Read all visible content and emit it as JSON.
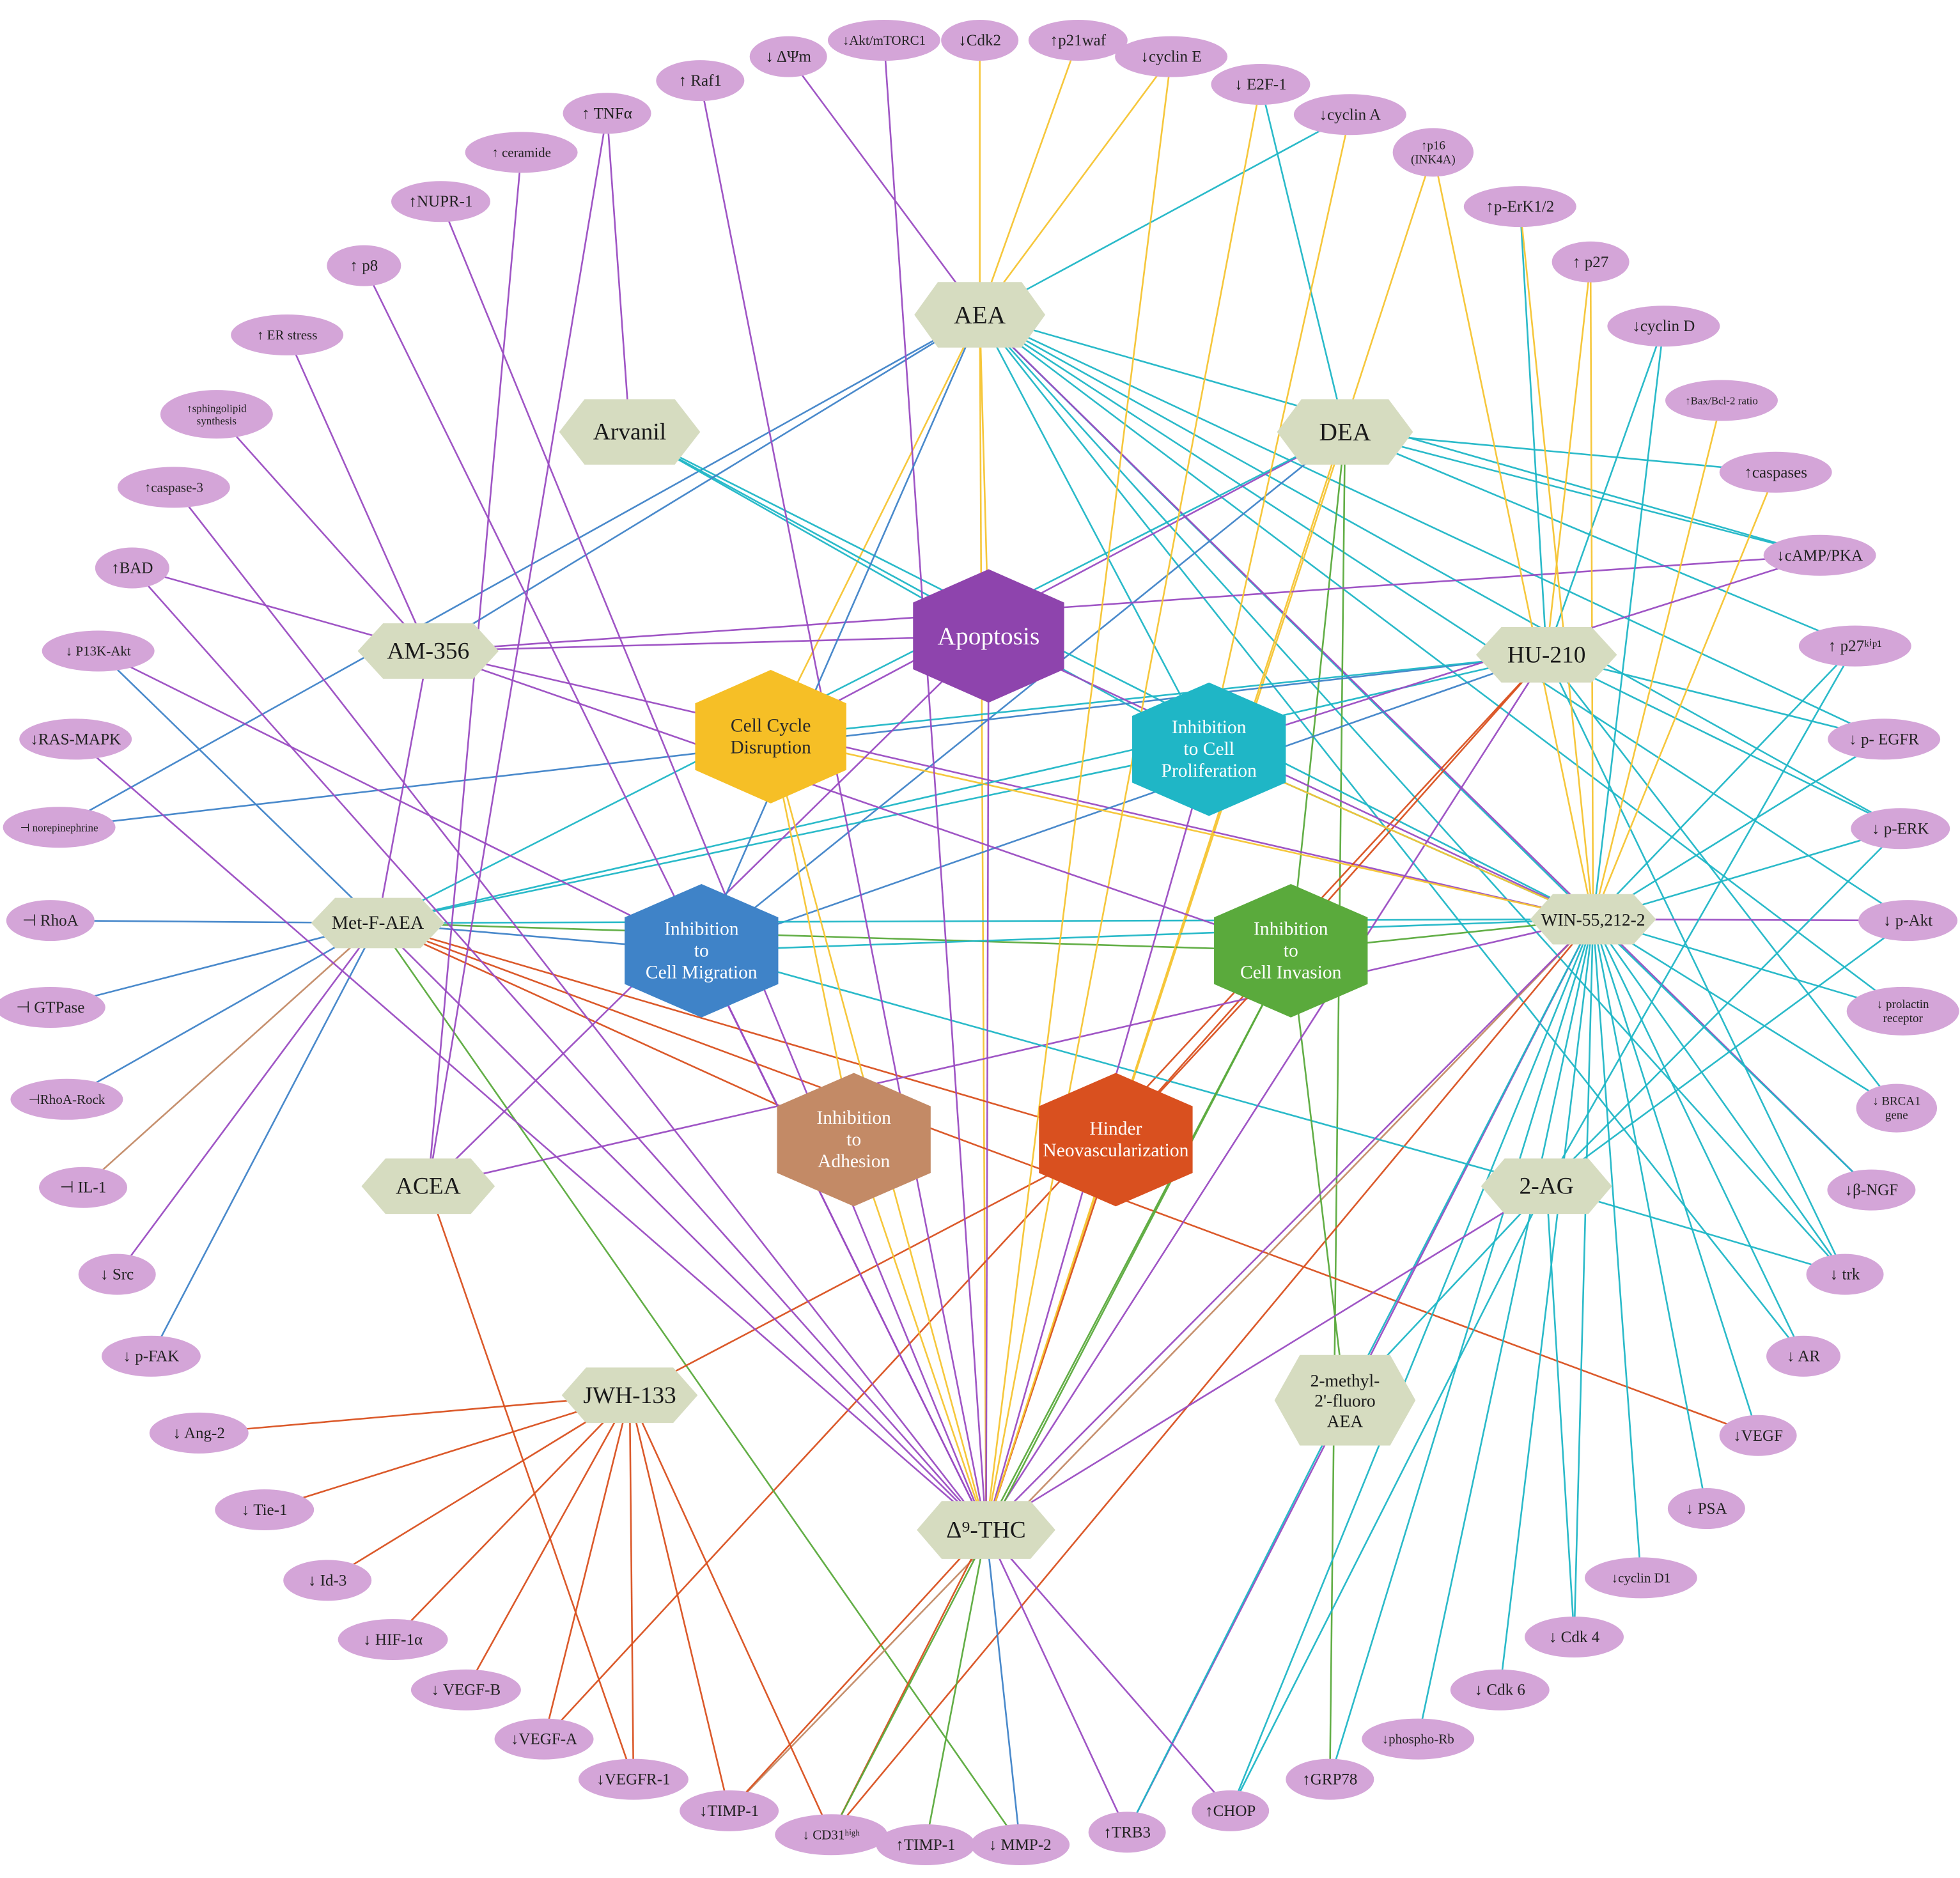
{
  "colors": {
    "node_fill": "#d4a5d8",
    "compound_fill": "#d6dcc0",
    "apoptosis": "#8e44ad",
    "cell_cycle": "#f6bf26",
    "proliferation": "#1fb6c6",
    "migration": "#3f83c8",
    "invasion": "#5aaa3c",
    "adhesion": "#c38a66",
    "neovascularization": "#d9501f",
    "edge_purple": "#9a4cc2",
    "edge_cyan": "#1fb6c6",
    "edge_yellow": "#f6c432",
    "edge_blue": "#3f83c8",
    "edge_green": "#5aaa3c",
    "edge_orange": "#d9501f",
    "edge_tan": "#c38a66"
  },
  "effects": [
    {
      "id": "apoptosis",
      "label": "Apoptosis",
      "color": "#8e44ad"
    },
    {
      "id": "cellcycle",
      "label": "Cell Cycle\nDisruption",
      "color": "#f6bf26"
    },
    {
      "id": "prolif",
      "label": "Inhibition\nto Cell\nProliferation",
      "color": "#1fb6c6"
    },
    {
      "id": "migration",
      "label": "Inhibition\nto\nCell Migration",
      "color": "#3f83c8"
    },
    {
      "id": "invasion",
      "label": "Inhibition\nto\nCell Invasion",
      "color": "#5aaa3c"
    },
    {
      "id": "adhesion",
      "label": "Inhibition\nto\nAdhesion",
      "color": "#c38a66"
    },
    {
      "id": "neovasc",
      "label": "Hinder\nNeovascularization",
      "color": "#d9501f"
    }
  ],
  "compounds": [
    {
      "id": "aea",
      "label": "AEA"
    },
    {
      "id": "dea",
      "label": "DEA"
    },
    {
      "id": "arvanil",
      "label": "Arvanil"
    },
    {
      "id": "am356",
      "label": "AM-356"
    },
    {
      "id": "hu210",
      "label": "HU-210"
    },
    {
      "id": "metf",
      "label": "Met-F-AEA"
    },
    {
      "id": "win",
      "label": "WIN-55,212-2"
    },
    {
      "id": "acea",
      "label": "ACEA"
    },
    {
      "id": "twoag",
      "label": "2-AG"
    },
    {
      "id": "jwh",
      "label": "JWH-133"
    },
    {
      "id": "methylaea",
      "label": "2-methyl-\n2'-fluoro\nAEA"
    },
    {
      "id": "thc",
      "label": "Δ⁹-THC"
    }
  ],
  "targets": [
    {
      "id": "cdk2",
      "label": "↓Cdk2"
    },
    {
      "id": "p21",
      "label": "↑p21waf"
    },
    {
      "id": "cycE",
      "label": "↓cyclin E"
    },
    {
      "id": "e2f1",
      "label": "↓ E2F-1"
    },
    {
      "id": "cycA",
      "label": "↓cyclin A"
    },
    {
      "id": "p16",
      "label": "↑p16\n(INK4A)"
    },
    {
      "id": "perk12",
      "label": "↑p-ErK1/2"
    },
    {
      "id": "p27",
      "label": "↑ p27"
    },
    {
      "id": "cycD",
      "label": "↓cyclin D"
    },
    {
      "id": "bax",
      "label": "↑Bax/Bcl-2 ratio"
    },
    {
      "id": "caspases",
      "label": "↑caspases"
    },
    {
      "id": "camp",
      "label": "↓cAMP/PKA"
    },
    {
      "id": "p27kip",
      "label": "↑ p27ᵏⁱᵖ¹"
    },
    {
      "id": "pegfr",
      "label": "↓ p- EGFR"
    },
    {
      "id": "perk",
      "label": "↓ p-ERK"
    },
    {
      "id": "pakt",
      "label": "↓ p-Akt"
    },
    {
      "id": "prolactin",
      "label": "↓ prolactin\nreceptor"
    },
    {
      "id": "brca1",
      "label": "↓ BRCA1\ngene"
    },
    {
      "id": "bngf",
      "label": "↓β-NGF"
    },
    {
      "id": "trk",
      "label": "↓ trk"
    },
    {
      "id": "ar",
      "label": "↓ AR"
    },
    {
      "id": "vegf",
      "label": "↓VEGF"
    },
    {
      "id": "psa",
      "label": "↓ PSA"
    },
    {
      "id": "cycD1",
      "label": "↓cyclin D1"
    },
    {
      "id": "cdk4",
      "label": "↓ Cdk 4"
    },
    {
      "id": "cdk6",
      "label": "↓ Cdk 6"
    },
    {
      "id": "prb",
      "label": "↓phospho-Rb"
    },
    {
      "id": "grp78",
      "label": "↑GRP78"
    },
    {
      "id": "chop",
      "label": "↑CHOP"
    },
    {
      "id": "trb3",
      "label": "↑TRB3"
    },
    {
      "id": "mmp2",
      "label": "↓ MMP-2"
    },
    {
      "id": "timp1b",
      "label": "↑TIMP-1"
    },
    {
      "id": "cd31",
      "label": "↓ CD31ʰⁱᵍʰ"
    },
    {
      "id": "timp1a",
      "label": "↓TIMP-1"
    },
    {
      "id": "vegfr1",
      "label": "↓VEGFR-1"
    },
    {
      "id": "vegfa",
      "label": "↓VEGF-A"
    },
    {
      "id": "vegfb",
      "label": "↓ VEGF-B"
    },
    {
      "id": "hif",
      "label": "↓ HIF-1α"
    },
    {
      "id": "id3",
      "label": "↓ Id-3"
    },
    {
      "id": "tie1",
      "label": "↓ Tie-1"
    },
    {
      "id": "ang2",
      "label": "↓ Ang-2"
    },
    {
      "id": "pfak",
      "label": "↓ p-FAK"
    },
    {
      "id": "src",
      "label": "↓ Src"
    },
    {
      "id": "il1",
      "label": "⊣ IL-1"
    },
    {
      "id": "rhoarock",
      "label": "⊣RhoA-Rock"
    },
    {
      "id": "gtpase",
      "label": "⊣ GTPase"
    },
    {
      "id": "rhoa",
      "label": "⊣ RhoA"
    },
    {
      "id": "norepi",
      "label": "⊣ norepinephrine"
    },
    {
      "id": "rasmapk",
      "label": "↓RAS-MAPK"
    },
    {
      "id": "pi3k",
      "label": "↓ P13K-Akt"
    },
    {
      "id": "bad",
      "label": "↑BAD"
    },
    {
      "id": "casp3",
      "label": "↑caspase-3"
    },
    {
      "id": "sphingo",
      "label": "↑sphingolipid\nsynthesis"
    },
    {
      "id": "er",
      "label": "↑ ER stress"
    },
    {
      "id": "p8",
      "label": "↑ p8"
    },
    {
      "id": "nupr1",
      "label": "↑NUPR-1"
    },
    {
      "id": "ceramide",
      "label": "↑ ceramide"
    },
    {
      "id": "tnfa",
      "label": "↑ TNFα"
    },
    {
      "id": "raf1",
      "label": "↑ Raf1"
    },
    {
      "id": "dpsi",
      "label": "↓ ΔΨm"
    },
    {
      "id": "aktm",
      "label": "↓Akt/mTORC1"
    }
  ]
}
